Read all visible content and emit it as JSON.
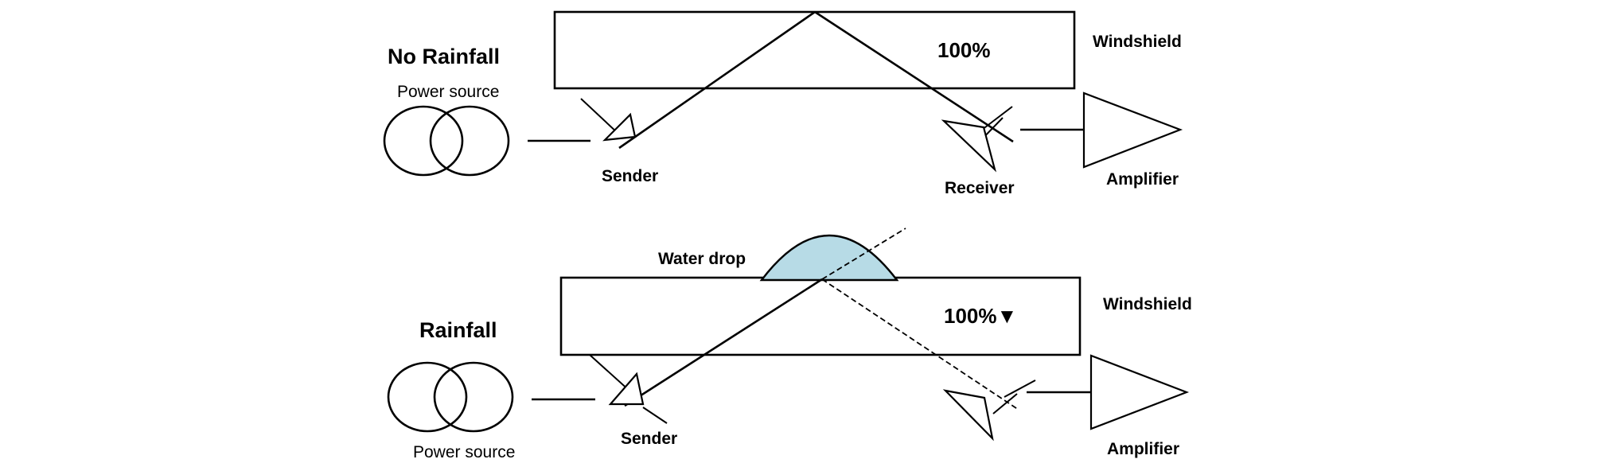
{
  "top": {
    "condition_label": "No Rainfall",
    "power_source_label": "Power source",
    "sender_label": "Sender",
    "receiver_label": "Receiver",
    "amplifier_label": "Amplifier",
    "windshield_label": "Windshield",
    "signal_level": "100%"
  },
  "bottom": {
    "condition_label": "Rainfall",
    "power_source_label": "Power source",
    "sender_label": "Sender",
    "amplifier_label": "Amplifier",
    "windshield_label": "Windshield",
    "water_drop_label": "Water drop",
    "signal_level": "100%▼"
  },
  "colors": {
    "water_drop": "#b7dbe6",
    "line": "#000000"
  }
}
